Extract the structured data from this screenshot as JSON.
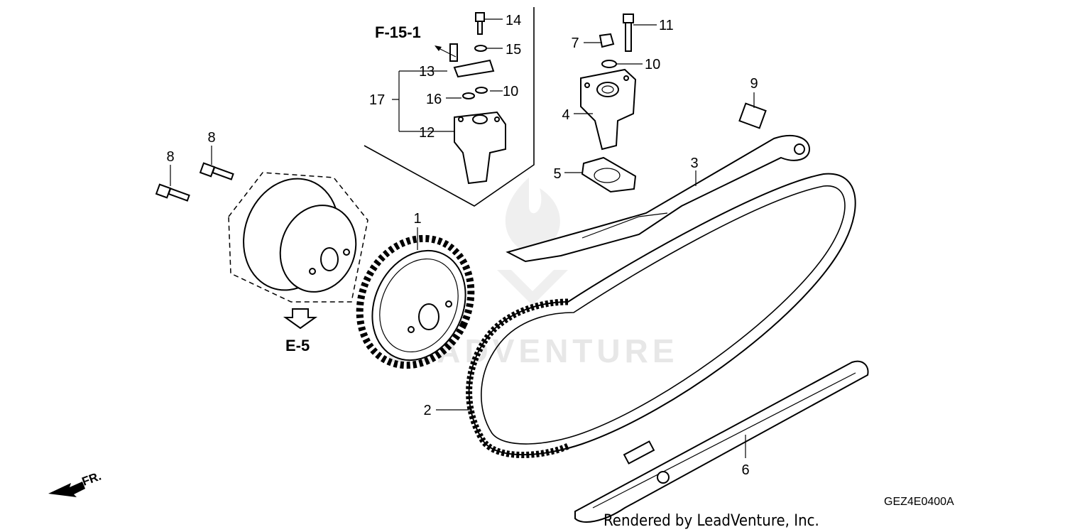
{
  "callouts": {
    "c1": "1",
    "c2": "2",
    "c3": "3",
    "c4": "4",
    "c5": "5",
    "c6": "6",
    "c7": "7",
    "c8a": "8",
    "c8b": "8",
    "c9": "9",
    "c10a": "10",
    "c10b": "10",
    "c11": "11",
    "c12": "12",
    "c13": "13",
    "c14": "14",
    "c15": "15",
    "c16": "16",
    "c17": "17"
  },
  "refs": {
    "f151": "F-15-1",
    "e5": "E-5",
    "front": "FR."
  },
  "diagram_code": "GEZ4E0400A",
  "credit": "Rendered by LeadVenture, Inc.",
  "watermark": "LEADVENTURE",
  "colors": {
    "ink": "#000000",
    "watermark": "#e7e7e7",
    "background": "#ffffff"
  }
}
